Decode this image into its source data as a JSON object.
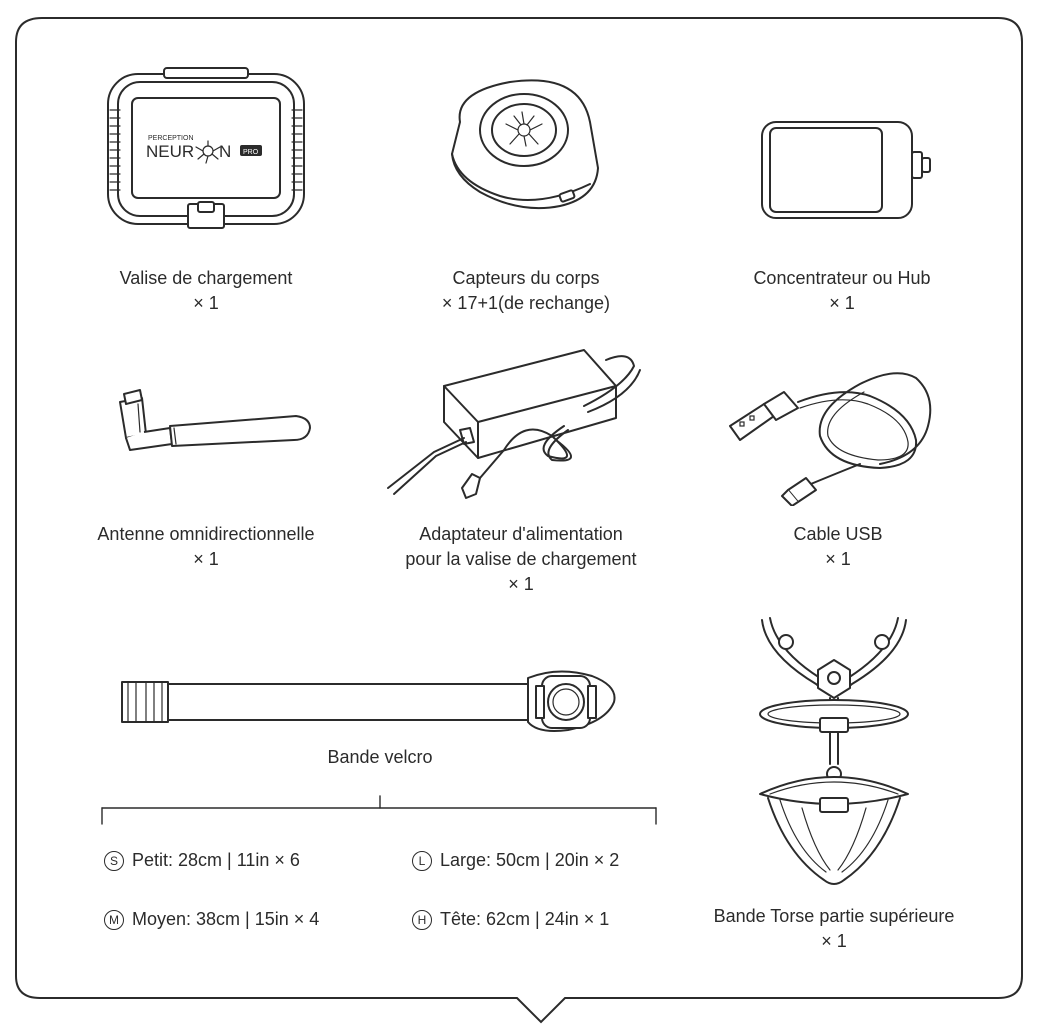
{
  "items": [
    {
      "name": "Valise de chargement",
      "qty": "× 1",
      "icon": "charging-case-icon",
      "logo": {
        "line1": "PERCEPTION",
        "line2": "NEUR",
        "line3": "N",
        "badge": "PRO"
      }
    },
    {
      "name": "Capteurs du corps",
      "qty": "× 17+1(de rechange)",
      "icon": "body-sensor-icon"
    },
    {
      "name": "Concentrateur ou Hub",
      "qty": "× 1",
      "icon": "hub-icon"
    },
    {
      "name": "Antenne omnidirectionnelle",
      "qty": "× 1",
      "icon": "antenna-icon"
    },
    {
      "name": "Adaptateur d'alimentation",
      "name2": "pour la valise de chargement",
      "qty": "× 1",
      "icon": "power-adapter-icon"
    },
    {
      "name": "Cable USB",
      "qty": "× 1",
      "icon": "usb-cable-icon"
    },
    {
      "name": "Bande velcro",
      "icon": "velcro-strap-icon"
    },
    {
      "name": "Bande Torse partie supérieure",
      "qty": "× 1",
      "icon": "torso-strap-icon"
    }
  ],
  "sizes": [
    {
      "letter": "S",
      "text": "Petit: 28cm | 11in  × 6"
    },
    {
      "letter": "L",
      "text": "Large: 50cm | 20in × 2"
    },
    {
      "letter": "M",
      "text": "Moyen: 38cm | 15in × 4"
    },
    {
      "letter": "H",
      "text": "Tête: 62cm | 24in × 1"
    }
  ],
  "colors": {
    "stroke": "#2b2b2b",
    "background": "#ffffff"
  }
}
